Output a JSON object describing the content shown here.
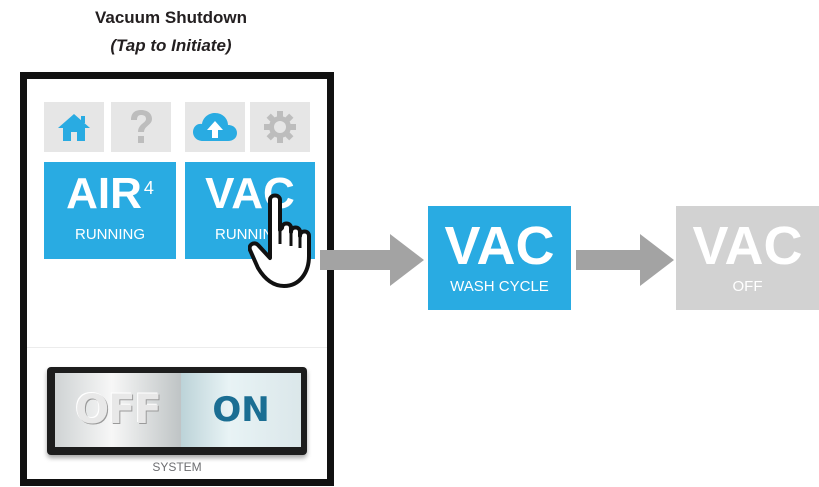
{
  "caption": {
    "title": "Vacuum Shutdown",
    "subtitle": "(Tap to Initiate)"
  },
  "toolbar": [
    {
      "name": "home-icon",
      "color": "#29abe2"
    },
    {
      "name": "help-icon",
      "color": "#bdbdbd"
    },
    {
      "name": "cloud-upload-icon",
      "color": "#29abe2"
    },
    {
      "name": "gear-icon",
      "color": "#bdbdbd"
    }
  ],
  "tiles": {
    "air": {
      "label": "AIR",
      "superscript": "4",
      "status": "RUNNING"
    },
    "vac": {
      "label": "VAC",
      "status": "RUNNING"
    }
  },
  "switch": {
    "off_label": "OFF",
    "on_label": "ON",
    "state": "on",
    "label": "SYSTEM"
  },
  "states": [
    {
      "label": "VAC",
      "status": "WASH CYCLE",
      "color": "#29abe2"
    },
    {
      "label": "VAC",
      "status": "OFF",
      "color": "#d2d2d2"
    }
  ],
  "colors": {
    "accent": "#29abe2",
    "inactive": "#d2d2d2",
    "arrow": "#a3a3a3"
  }
}
